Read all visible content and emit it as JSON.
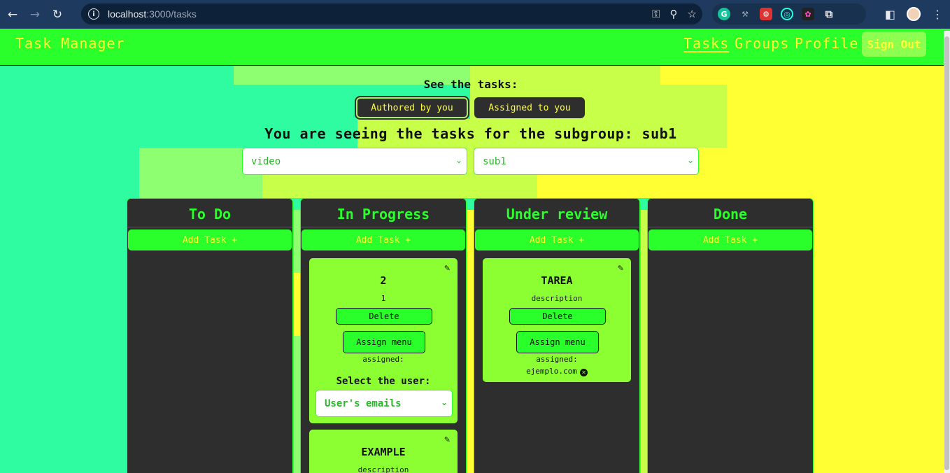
{
  "browser": {
    "url_host": "localhost",
    "url_path": ":3000/tasks",
    "icons": {
      "back": "arrow-left-icon",
      "forward": "arrow-right-icon",
      "reload": "reload-icon",
      "site_info": "info-icon",
      "password": "key-icon",
      "zoom": "magnifier-icon",
      "bookmark": "star-icon",
      "extensions": "puzzle-icon",
      "side_panel": "side-panel-icon",
      "menu": "kebab-menu-icon"
    }
  },
  "navbar": {
    "brand": "Task Manager",
    "links": [
      "Tasks",
      "Groups",
      "Profile"
    ],
    "active": "Tasks",
    "sign_out": "Sign Out"
  },
  "filters": {
    "see_label": "See the tasks:",
    "authored": "Authored by you",
    "assigned": "Assigned to you",
    "active": "authored",
    "subgroup_title": "You are seeing the tasks for the subgroup: sub1",
    "group_select": "video",
    "subgroup_select": "sub1"
  },
  "columns": [
    {
      "title": "To Do",
      "add": "Add Task +"
    },
    {
      "title": "In Progress",
      "add": "Add Task +"
    },
    {
      "title": "Under review",
      "add": "Add Task +"
    },
    {
      "title": "Done",
      "add": "Add Task +"
    }
  ],
  "cards": {
    "in_progress_1": {
      "title": "2",
      "description": "1",
      "delete": "Delete",
      "assign": "Assign menu",
      "assigned": "assigned:",
      "select_label": "Select the user:",
      "select_value": "User's emails"
    },
    "in_progress_2": {
      "title": "EXAMPLE",
      "description": "description"
    },
    "review_1": {
      "title": "TAREA",
      "description": "description",
      "delete": "Delete",
      "assign": "Assign menu",
      "assigned": "assigned:",
      "assignee": "ejemplo.com"
    }
  },
  "colors": {
    "green": "#2bff2b",
    "yellow": "#ffff33",
    "dark": "#2e2e2e",
    "card": "#8cff33"
  }
}
